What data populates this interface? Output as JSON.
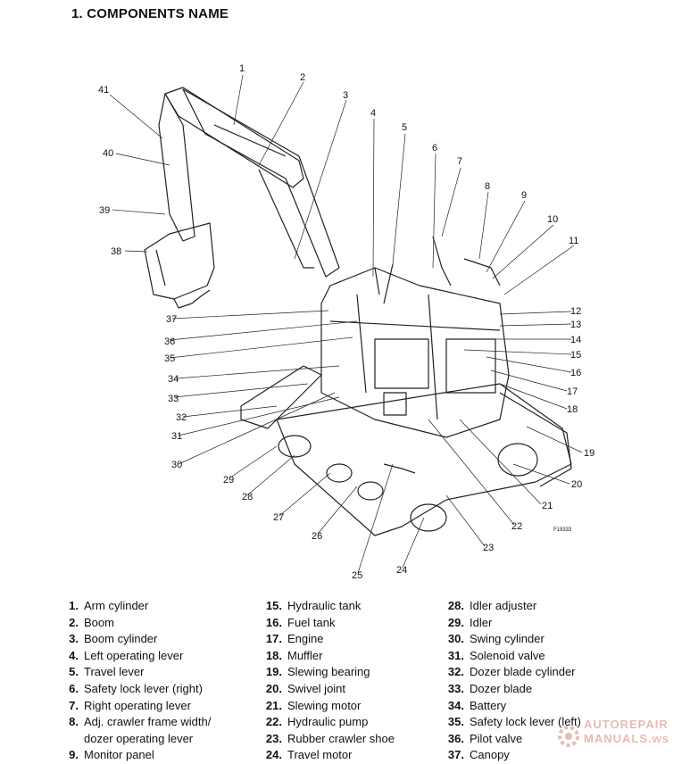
{
  "title": "1. COMPONENTS  NAME",
  "figure_code": "F19333",
  "callouts": [
    "1",
    "2",
    "3",
    "4",
    "5",
    "6",
    "7",
    "8",
    "9",
    "10",
    "11",
    "12",
    "13",
    "14",
    "15",
    "16",
    "17",
    "18",
    "19",
    "20",
    "21",
    "22",
    "23",
    "24",
    "25",
    "26",
    "27",
    "28",
    "29",
    "30",
    "31",
    "32",
    "33",
    "34",
    "35",
    "36",
    "37",
    "38",
    "39",
    "40",
    "41"
  ],
  "legend": {
    "col1": [
      {
        "num": "1.",
        "name": "Arm cylinder"
      },
      {
        "num": "2.",
        "name": "Boom"
      },
      {
        "num": "3.",
        "name": "Boom cylinder"
      },
      {
        "num": "4.",
        "name": "Left operating lever"
      },
      {
        "num": "5.",
        "name": "Travel lever"
      },
      {
        "num": "6.",
        "name": "Safety lock lever (right)"
      },
      {
        "num": "7.",
        "name": "Right operating lever"
      },
      {
        "num": "8.",
        "name": "Adj. crawler frame width/"
      },
      {
        "num": "",
        "name": "dozer operating lever"
      },
      {
        "num": "9.",
        "name": "Monitor panel"
      }
    ],
    "col2": [
      {
        "num": "15.",
        "name": "Hydraulic tank"
      },
      {
        "num": "16.",
        "name": "Fuel tank"
      },
      {
        "num": "17.",
        "name": "Engine"
      },
      {
        "num": "18.",
        "name": "Muffler"
      },
      {
        "num": "19.",
        "name": "Slewing bearing"
      },
      {
        "num": "20.",
        "name": "Swivel joint"
      },
      {
        "num": "21.",
        "name": "Slewing motor"
      },
      {
        "num": "22.",
        "name": "Hydraulic pump"
      },
      {
        "num": "23.",
        "name": "Rubber crawler shoe"
      },
      {
        "num": "24.",
        "name": "Travel motor"
      }
    ],
    "col3": [
      {
        "num": "28.",
        "name": "Idler adjuster"
      },
      {
        "num": "29.",
        "name": "Idler"
      },
      {
        "num": "30.",
        "name": "Swing cylinder"
      },
      {
        "num": "31.",
        "name": "Solenoid valve"
      },
      {
        "num": "32.",
        "name": "Dozer blade cylinder"
      },
      {
        "num": "33.",
        "name": "Dozer blade"
      },
      {
        "num": "34.",
        "name": "Battery"
      },
      {
        "num": "35.",
        "name": "Safety lock lever (left)"
      },
      {
        "num": "36.",
        "name": "Pilot valve"
      },
      {
        "num": "37.",
        "name": "Canopy"
      }
    ]
  },
  "watermark": {
    "line1": "AUTOREPAIR",
    "line2": "MANUALS.ws"
  }
}
